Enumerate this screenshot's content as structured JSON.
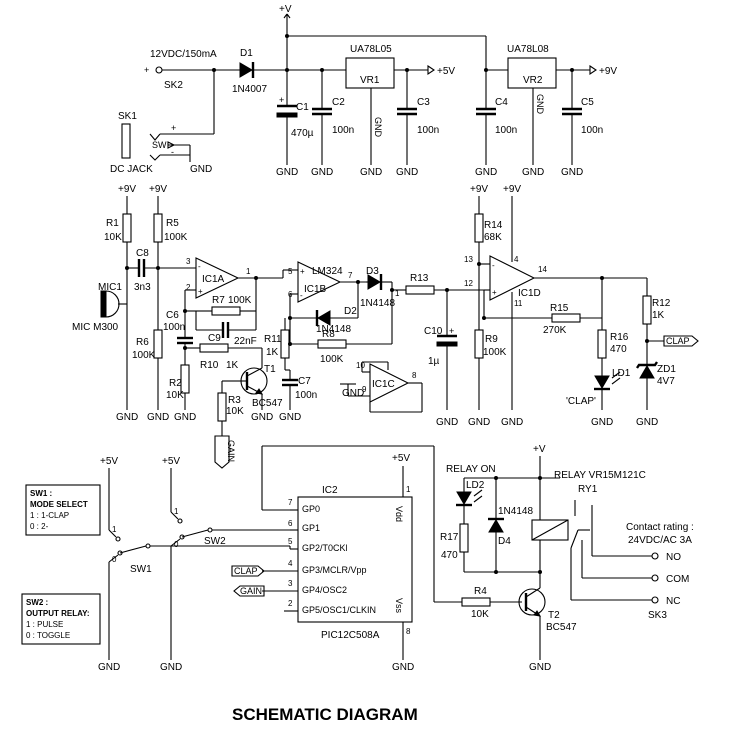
{
  "title": "SCHEMATIC DIAGRAM",
  "supply": {
    "input": "12VDC/150mA",
    "plus_v": "+V",
    "plus_9v": "+9V",
    "plus_5v": "+5V",
    "sk2": "SK2",
    "sk1": "SK1",
    "dc_jack": "DC JACK",
    "sw": "SW",
    "plus": "+",
    "minus": "-",
    "d1": "D1",
    "d1_part": "1N4007",
    "vr1_part": "UA78L05",
    "vr1": "VR1",
    "vr2_part": "UA78L08",
    "vr2": "VR2",
    "gnd": "GND",
    "c1": "C1",
    "c1_val": "470µ",
    "c2": "C2",
    "c2_val": "100n",
    "c3": "C3",
    "c3_val": "100n",
    "c4": "C4",
    "c4_val": "100n",
    "c5": "C5",
    "c5_val": "100n"
  },
  "amp": {
    "r1": "R1",
    "r1_val": "10K",
    "r5": "R5",
    "r5_val": "100K",
    "c8": "C8",
    "c8_val": "3n3",
    "mic1": "MIC1",
    "mic_part": "MIC M300",
    "r6": "R6",
    "r6_val": "100K",
    "ic1a": "IC1A",
    "c6": "C6",
    "c6_val": "100n",
    "r7": "R7",
    "r7_val": "100K",
    "c9": "C9",
    "c9_val": "22nF",
    "r2": "R2",
    "r2_val": "10K",
    "r10": "R10",
    "r10_val": "1K",
    "r3": "R3",
    "r3_val": "10K",
    "t1": "T1",
    "t1_part": "BC547",
    "gain": "GAIN",
    "lm324": "LM324",
    "ic1b": "IC1B",
    "d2": "D2",
    "d2_part": "1N4148",
    "d3": "D3",
    "d3_part": "1N4148",
    "r11": "R11",
    "r11_val": "1K",
    "c7": "C7",
    "c7_val": "100n",
    "r8": "R8",
    "r8_val": "100K",
    "ic1c": "IC1C",
    "r13": "R13",
    "c10": "C10",
    "c10_val": "1µ",
    "r9": "R9",
    "r9_val": "100K",
    "r14": "R14",
    "r14_val": "68K",
    "ic1d": "IC1D",
    "r15": "R15",
    "r15_val": "270K",
    "r16": "R16",
    "r16_val": "470",
    "ld1": "LD1",
    "ld1_label": "'CLAP'",
    "r12": "R12",
    "r12_val": "1K",
    "zd1": "ZD1",
    "zd1_val": "4V7",
    "clap": "CLAP"
  },
  "pins": {
    "p1": "1",
    "p2": "2",
    "p3": "3",
    "p4": "4",
    "p5": "5",
    "p6": "6",
    "p7": "7",
    "p8": "8",
    "p9": "9",
    "p10": "10",
    "p11": "11",
    "p12": "12",
    "p13": "13",
    "p14": "14"
  },
  "mcu": {
    "sw1_box_title": "SW1 :",
    "sw1_box_line1": "MODE SELECT",
    "sw1_box_line2": "1 : 1-CLAP",
    "sw1_box_line3": "0 : 2-",
    "sw2_box_title": "SW2 :",
    "sw2_box_line1": "OUTPUT RELAY:",
    "sw2_box_line2": "1 : PULSE",
    "sw2_box_line3": "0 : TOGGLE",
    "sw1": "SW1",
    "sw2": "SW2",
    "sw_pos1": "1",
    "sw_pos0": "0",
    "ic2": "IC2",
    "ic2_part": "PIC12C508A",
    "gp0": "GP0",
    "gp1": "GP1",
    "gp2": "GP2/T0CKl",
    "gp3": "GP3/MCLR/Vpp",
    "gp4": "GP4/OSC2",
    "gp5": "GP5/OSC1/CLKIN",
    "vdd": "Vdd",
    "vss": "Vss",
    "clap": "CLAP",
    "gain": "GAIN"
  },
  "relay": {
    "relay_on": "RELAY ON",
    "ld2": "LD2",
    "r17": "R17",
    "r17_val": "470",
    "d4_part": "1N4148",
    "d4": "D4",
    "relay_part": "RELAY VR15M121C",
    "ry1": "RY1",
    "contact_rating": "Contact rating :",
    "contact_value": "24VDC/AC 3A",
    "no": "NO",
    "com": "COM",
    "nc": "NC",
    "sk3": "SK3",
    "r4": "R4",
    "r4_val": "10K",
    "t2": "T2",
    "t2_part": "BC547"
  }
}
